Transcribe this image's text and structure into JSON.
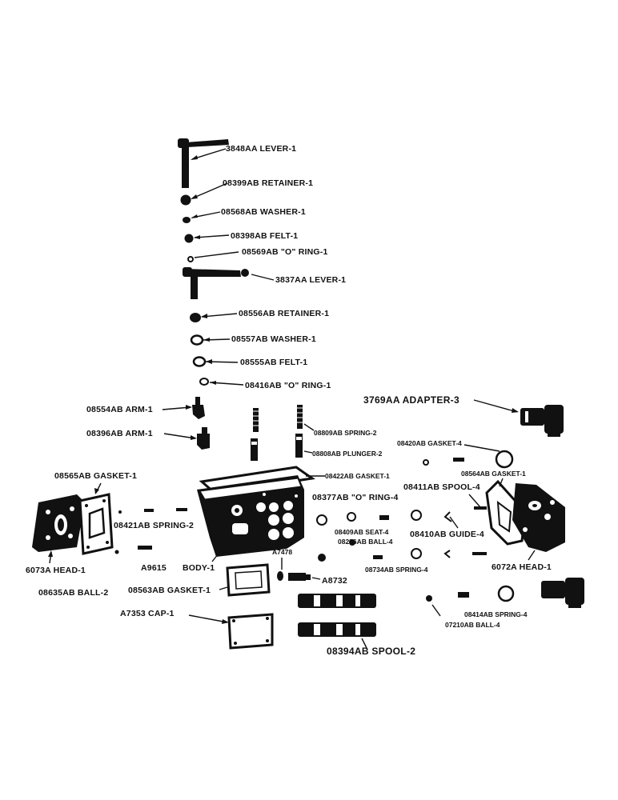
{
  "labels": {
    "lever_3848aa": "3848AA LEVER-1",
    "retainer_08399ab": "08399AB RETAINER-1",
    "washer_08568ab": "08568AB WASHER-1",
    "felt_08398ab": "08398AB FELT-1",
    "oring_08569ab": "08569AB \"O\" RING-1",
    "lever_3837aa": "3837AA LEVER-1",
    "retainer_08556ab": "08556AB RETAINER-1",
    "washer_08557ab": "08557AB WASHER-1",
    "felt_08555ab": "08555AB FELT-1",
    "oring_08416ab": "08416AB \"O\" RING-1",
    "arm_08554ab": "08554AB ARM-1",
    "arm_08396ab": "08396AB ARM-1",
    "spring_08809ab": "08809AB SPRING-2",
    "plunger_08808ab": "08808AB PLUNGER-2",
    "gasket_08422ab": "08422AB GASKET-1",
    "adapter_3769aa": "3769AA ADAPTER-3",
    "gasket_08420ab": "08420AB GASKET-4",
    "gasket_08564ab": "08564AB GASKET-1",
    "spool_08411ab": "08411AB SPOOL-4",
    "oring_08377ab": "08377AB \"O\" RING-4",
    "gasket_08565ab": "08565AB GASKET-1",
    "spring_08421ab": "08421AB SPRING-2",
    "seat_08409ab": "08409AB SEAT-4",
    "ball_08296ab": "08296AB BALL-4",
    "guide_08410ab": "08410AB GUIDE-4",
    "head_6073a": "6073A HEAD-1",
    "a9615": "A9615",
    "body": "BODY-1",
    "a7478": "A7478",
    "a8732": "A8732",
    "spring_08734ab": "08734AB SPRING-4",
    "head_6072a": "6072A HEAD-1",
    "ball_08635ab": "08635AB BALL-2",
    "gasket_08563ab": "08563AB GASKET-1",
    "spring_08414ab": "08414AB SPRING-4",
    "ball_07210ab": "07210AB BALL-4",
    "cap_a7353": "A7353 CAP-1",
    "spool_08394ab": "08394AB SPOOL-2"
  }
}
